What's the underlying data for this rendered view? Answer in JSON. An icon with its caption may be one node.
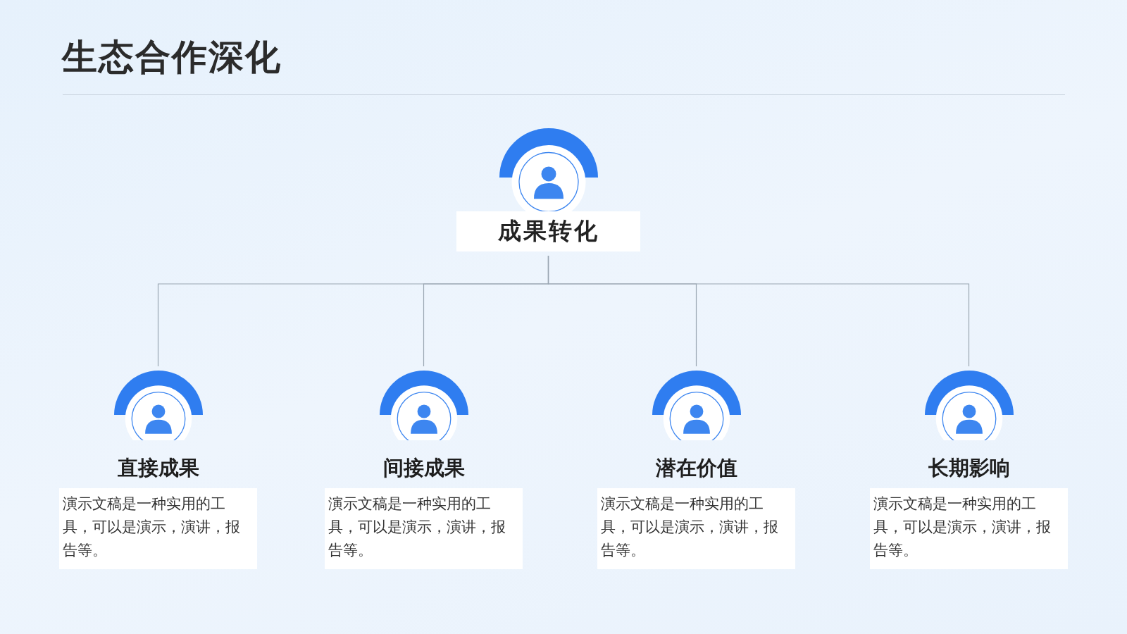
{
  "diagram": {
    "title": "生态合作深化",
    "nodes": [
      {
        "text": [
          "成果转化"
        ]
      },
      {
        "text": [
          "直接成果",
          "演示文稿是一种实用的工具，可以是演示，演讲，报告等。"
        ]
      },
      {
        "text": [
          "间接成果",
          "演示文稿是一种实用的工具，可以是演示，演讲，报告等。"
        ]
      },
      {
        "text": [
          "潜在价值",
          "演示文稿是一种实用的工具，可以是演示，演讲，报告等。"
        ]
      },
      {
        "text": [
          "长期影响",
          "演示文稿是一种实用的工具，可以是演示，演讲，报告等。"
        ]
      }
    ],
    "edges": [
      {
        "from": 0,
        "to": 1,
        "arrow": "none"
      },
      {
        "from": 0,
        "to": 2,
        "arrow": "none"
      },
      {
        "from": 0,
        "to": 3,
        "arrow": "none"
      },
      {
        "from": 0,
        "to": 4,
        "arrow": "none"
      }
    ]
  }
}
